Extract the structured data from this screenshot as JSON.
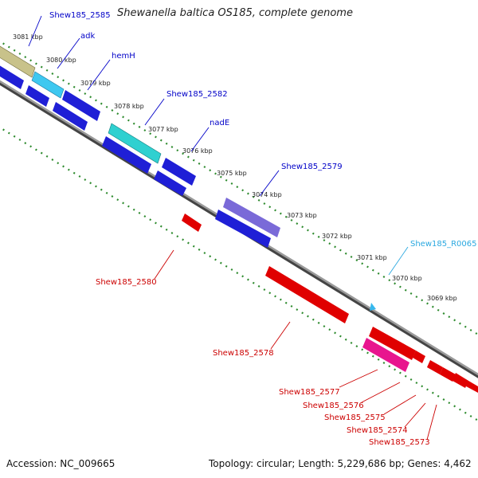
{
  "title": "Shewanella baltica OS185, complete genome",
  "footer": {
    "accession": "Accession: NC_009665",
    "summary": "Topology: circular; Length: 5,229,686 bp; Genes: 4,462"
  },
  "ticks": [
    "3081 kbp",
    "3080 kbp",
    "3079 kbp",
    "3078 kbp",
    "3077 kbp",
    "3076 kbp",
    "3075 kbp",
    "3074 kbp",
    "3073 kbp",
    "3072 kbp",
    "3071 kbp",
    "3070 kbp",
    "3069 kbp"
  ],
  "genes_forward": [
    {
      "label": "Shew185_2585",
      "color": "#c8c28a"
    },
    {
      "label": "adk",
      "color": "#3ec8f0"
    },
    {
      "label": "hemH",
      "color": "#1f1fd6"
    },
    {
      "label": "Shew185_2582",
      "color": "#2fd0d0"
    },
    {
      "label": "nadE",
      "color": "#1f1fd6"
    },
    {
      "label": "Shew185_2579",
      "color": "#7a6ad8"
    },
    {
      "label": "Shew185_R0065",
      "color": "#35b8ee"
    }
  ],
  "genes_reverse": [
    {
      "label": "Shew185_2580",
      "color": "#e00000"
    },
    {
      "label": "Shew185_2578",
      "color": "#e00000"
    },
    {
      "label": "Shew185_2577",
      "color": "#e00000"
    },
    {
      "label": "Shew185_2576",
      "color": "#e8168e"
    },
    {
      "label": "Shew185_2575",
      "color": "#e00000"
    },
    {
      "label": "Shew185_2574",
      "color": "#e00000"
    },
    {
      "label": "Shew185_2573",
      "color": "#e00000"
    }
  ],
  "colors": {
    "forward_label": "#0000c8",
    "reverse_label": "#cc0000",
    "rna_label": "#2aa8e0",
    "backbone": "#888888",
    "tick": "#2e8b2e"
  }
}
